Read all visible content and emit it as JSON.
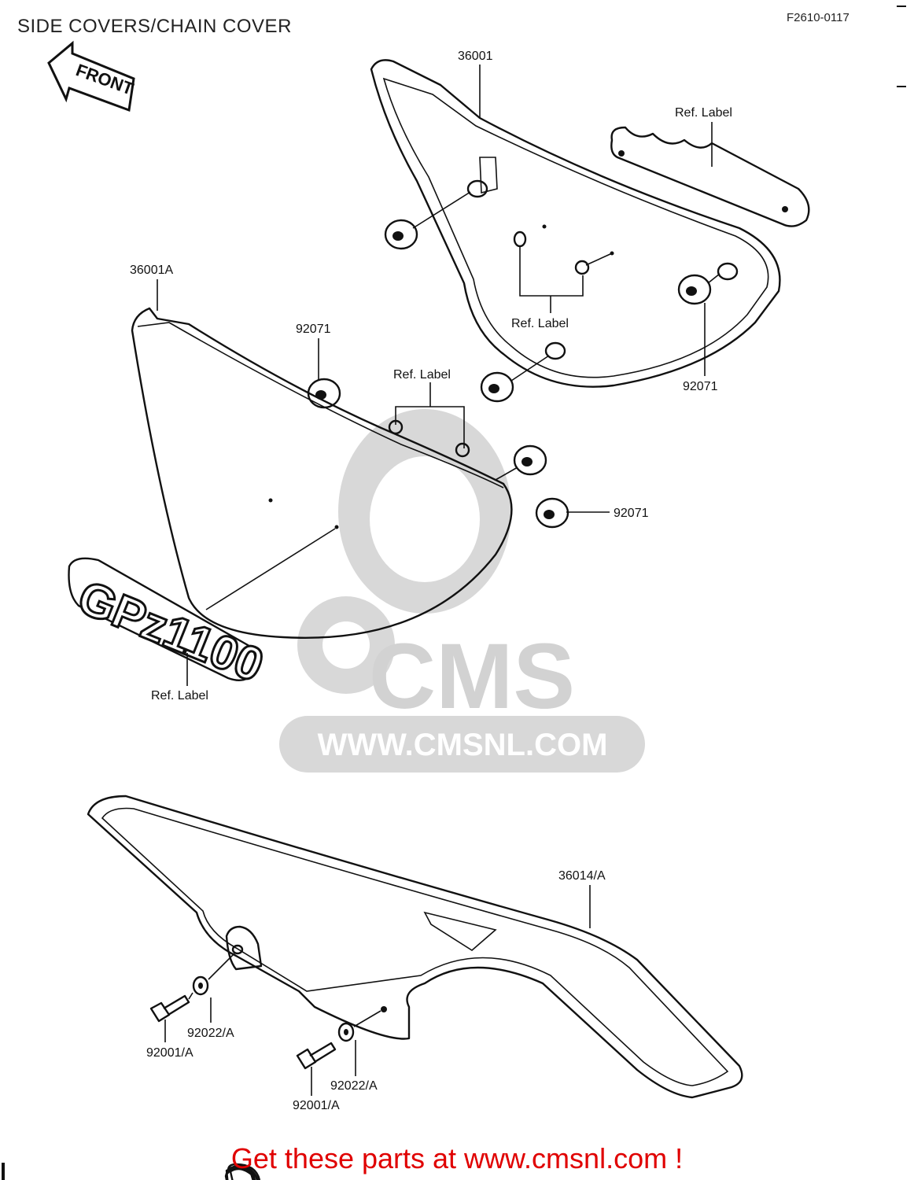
{
  "header": {
    "title": "SIDE COVERS/CHAIN COVER",
    "figure_code": "F2610-0117"
  },
  "direction_arrow": {
    "label": "FRONT"
  },
  "callouts": {
    "side_cover_right": "36001",
    "side_cover_right_ref_label": "Ref.  Label",
    "side_cover_right_ref_label_2": "Ref.  Label",
    "grommet_right": "92071",
    "side_cover_left": "36001A",
    "grommet_left_top": "92071",
    "side_cover_left_ref_label": "Ref.  Label",
    "grommet_left_bottom": "92071",
    "emblem_ref_label": "Ref.  Label",
    "chain_cover": "36014/A",
    "washer_1": "92022/A",
    "bolt_1": "92001/A",
    "washer_2": "92022/A",
    "bolt_2": "92001/A"
  },
  "emblem": {
    "text": "GPz1100"
  },
  "watermark": {
    "brand": "CMS",
    "url": "WWW.CMSNL.COM"
  },
  "footer": {
    "text": "Get these parts at www.cmsnl.com !"
  }
}
